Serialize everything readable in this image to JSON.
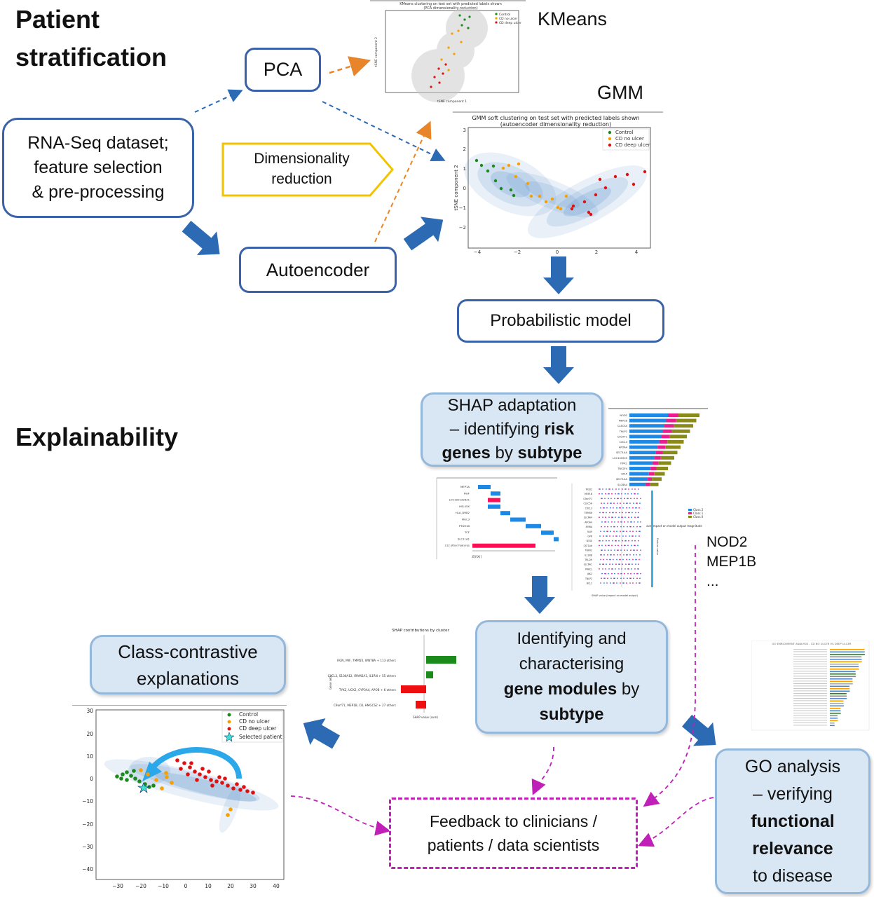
{
  "headings": {
    "patient_stratification_line1": "Patient",
    "patient_stratification_line2": "stratification",
    "explainability": "Explainability"
  },
  "boxes": {
    "rna_seq": [
      "RNA-Seq dataset;",
      "feature selection",
      "& pre-processing"
    ],
    "pca": "PCA",
    "dim_reduction": [
      "Dimensionality",
      "reduction"
    ],
    "autoencoder": "Autoencoder",
    "probabilistic_model": "Probabilistic model",
    "shap": {
      "line1": "SHAP adaptation",
      "line2_pre": "– identifying ",
      "line2_bold": "risk",
      "line3_bold1": "genes",
      "line3_mid": " by ",
      "line3_bold2": "subtype"
    },
    "gene_modules": {
      "line1": "Identifying and",
      "line2": "characterising",
      "line3_bold": "gene modules",
      "line3_post": " by",
      "line4_bold": "subtype"
    },
    "class_contrastive": [
      "Class-contrastive",
      "explanations"
    ],
    "feedback": [
      "Feedback to clinicians /",
      "patients / data scientists"
    ],
    "go_analysis": {
      "line1": "GO analysis",
      "line2": "– verifying",
      "line3_bold": "functional",
      "line4_bold": "relevance",
      "line5": "to disease"
    }
  },
  "plot_labels": {
    "kmeans": "KMeans",
    "gmm": "GMM"
  },
  "risk_genes": [
    "NOD2",
    "MEP1B",
    "..."
  ],
  "kmeans_plot": {
    "title": "KMeans clustering on test set with predicted labels shown",
    "subtitle": "(PCA dimensionality reduction)",
    "xlabel": "tSNE component 1",
    "ylabel": "tSNE component 2",
    "legend": [
      "Control",
      "CD no ulcer",
      "CD deep ulcer"
    ]
  },
  "gmm_plot": {
    "title": "GMM soft clustering on test set with predicted labels shown",
    "subtitle": "(autoencoder dimensionality reduction)",
    "ylabel": "tSNE component 2",
    "legend": [
      "Control",
      "CD no ulcer",
      "CD deep ulcer"
    ],
    "xticks": [
      "−4",
      "−2",
      "0",
      "2",
      "4"
    ],
    "yticks": [
      "3",
      "2",
      "1",
      "0",
      "−1",
      "−2"
    ]
  },
  "contrastive_plot": {
    "legend": [
      "Control",
      "CD no ulcer",
      "CD deep ulcer",
      "Selected patient"
    ],
    "xticks": [
      "−30",
      "−20",
      "−10",
      "0",
      "10",
      "20",
      "30",
      "40"
    ],
    "yticks": [
      "30",
      "20",
      "10",
      "0",
      "−10",
      "−20",
      "−30",
      "−40"
    ]
  },
  "shap_cluster_plot": {
    "title": "SHAP contributions by cluster",
    "ylabel": "Gene sets",
    "xlabel": "SHAP value (sum)",
    "rows": [
      "RGN, MIF, TMM50, WNT8A + 113 others",
      "CXCL3, S100A12, IRAM2A1, IL1RN + 55 others",
      "TYK2, UCK2, CYP3A4, APOB + 6 others",
      "C9orf71, MEP1B, C8, HMGCS2 + 27 others"
    ]
  },
  "shap_bar_plot": {
    "genes": [
      "NOD2",
      "MEP1B",
      "CLEC5A",
      "TNLP2",
      "C9orf71",
      "CXCL3",
      "APOA4",
      "SECTL4A",
      "LOC100505",
      "ITPK1",
      "TNS2F4",
      "SPL5",
      "SECTL4A",
      "SLC6A4"
    ],
    "legend": [
      "Class 2",
      "Class 1",
      "Class 0"
    ],
    "xlabel": "ave impact on model output magnitude"
  },
  "shap_waterfall_plot": {
    "features": [
      "MEP1A",
      "FIGF",
      "LOC100132831",
      "HSL45X",
      "HLA_DRB2",
      "MUC3",
      "PTGR1B",
      "TCF",
      "SLC11A1",
      "212 other features"
    ],
    "xlabel": "E[f(X)]"
  },
  "shap_beeswarm_plot": {
    "genes": [
      "NOD2",
      "MEP1B",
      "C9orf71",
      "CLEC5A",
      "CXCL3",
      "TMMS6",
      "SLC6A4",
      "APOA4",
      "IFNRA",
      "NLM",
      "GPR",
      "NTSE",
      "CST1A6",
      "TNFR2",
      "IL12RB",
      "TRLDH",
      "SLC6A1",
      "PRKCL",
      "JAK2",
      "TNLP2",
      "BCL2"
    ],
    "xlabel": "SHAP value (impact on model output)",
    "side_label": "Feature value"
  },
  "go_plot": {
    "title": "GO ENRICHMENT ANALYSIS - CD NO ULCER VS DEEP ULCER"
  },
  "colors": {
    "box_border": "#3a62a8",
    "box_blue_fill": "#d9e6f3",
    "arrow_blue": "#2c6ab4",
    "orange": "#e8852b",
    "magenta": "#c020b8",
    "dim_arrow": "#f2c400",
    "control": "#1a8a1a",
    "no_ulcer": "#f5a000",
    "deep_ulcer": "#e01010",
    "selected": "#3fe0d0"
  }
}
